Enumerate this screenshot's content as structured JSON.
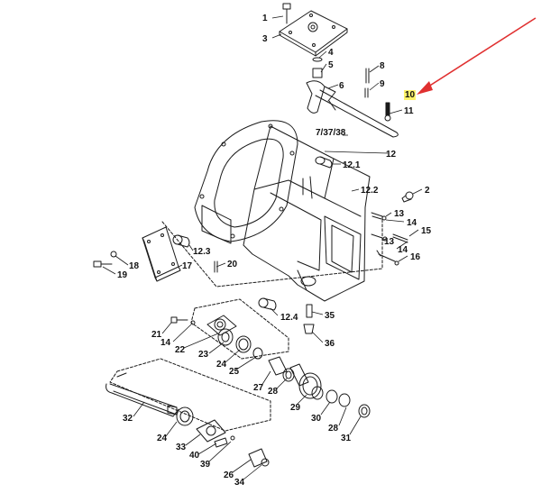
{
  "diagram": {
    "highlighted_part": "10",
    "colors": {
      "line": "#1a1a1a",
      "highlight": "#fff36a",
      "arrow": "#e03030"
    },
    "labels": [
      "1",
      "3",
      "4",
      "5",
      "8",
      "9",
      "6",
      "10",
      "11",
      "7/37/38",
      "12",
      "12.1",
      "2",
      "12.2",
      "13",
      "14",
      "15",
      "13",
      "14",
      "16",
      "12.3",
      "17",
      "18",
      "19",
      "20",
      "12.4",
      "35",
      "36",
      "21",
      "14",
      "22",
      "23",
      "24",
      "25",
      "27",
      "28",
      "29",
      "30",
      "28",
      "31",
      "32",
      "24",
      "33",
      "40",
      "39",
      "26",
      "34"
    ]
  }
}
